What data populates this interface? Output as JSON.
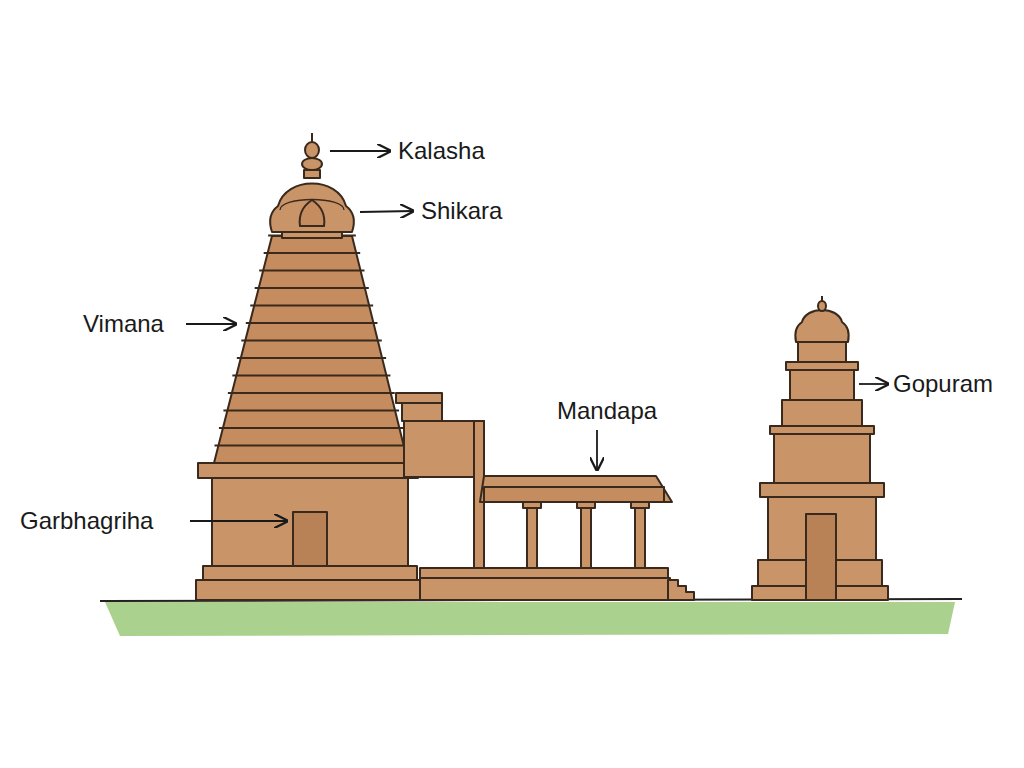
{
  "diagram": {
    "labels": [
      "Kalasha",
      "Shikara",
      "Vimana",
      "Mandapa",
      "Gopuram",
      "Garbhagriha"
    ]
  }
}
